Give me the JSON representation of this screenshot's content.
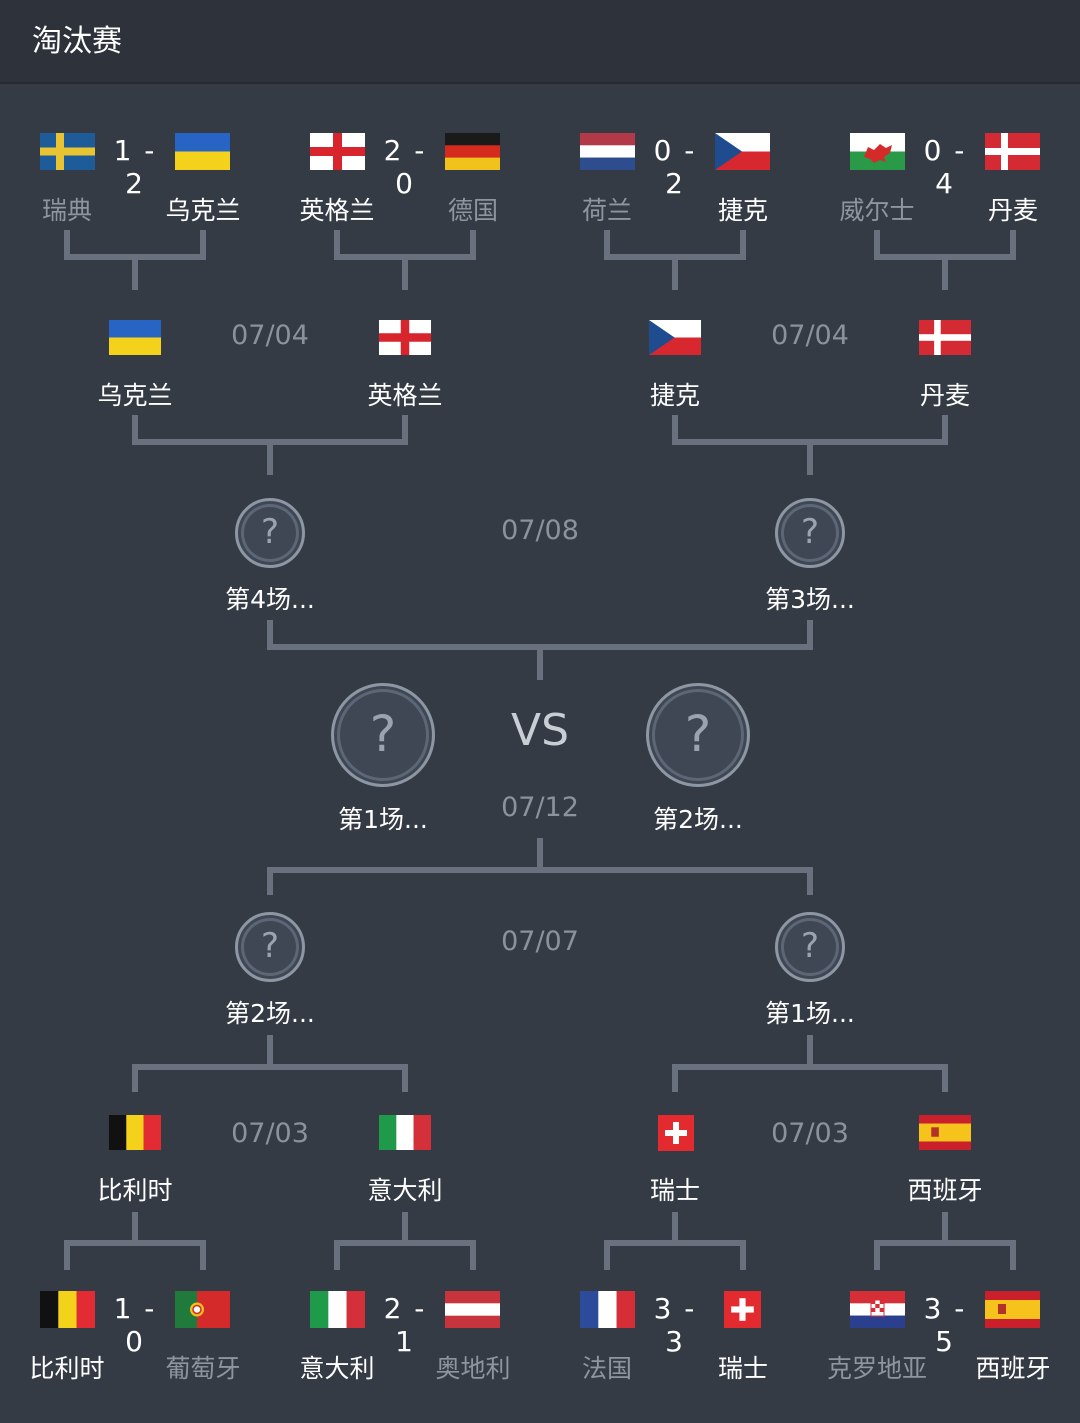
{
  "header": {
    "title": "淘汰赛"
  },
  "round16": {
    "top": [
      {
        "home": "瑞典",
        "home_flag": "sweden-flag",
        "away": "乌克兰",
        "away_flag": "ukraine-flag",
        "score": "1 - 2",
        "winner": "away"
      },
      {
        "home": "英格兰",
        "home_flag": "england-flag",
        "away": "德国",
        "away_flag": "germany-flag",
        "score": "2 - 0",
        "winner": "home"
      },
      {
        "home": "荷兰",
        "home_flag": "netherlands-flag",
        "away": "捷克",
        "away_flag": "czech-flag",
        "score": "0 - 2",
        "winner": "away"
      },
      {
        "home": "威尔士",
        "home_flag": "wales-flag",
        "away": "丹麦",
        "away_flag": "denmark-flag",
        "score": "0 - 4",
        "winner": "away"
      }
    ],
    "bottom": [
      {
        "home": "比利时",
        "home_flag": "belgium-flag",
        "away": "葡萄牙",
        "away_flag": "portugal-flag",
        "score": "1 - 0",
        "winner": "home"
      },
      {
        "home": "意大利",
        "home_flag": "italy-flag",
        "away": "奥地利",
        "away_flag": "austria-flag",
        "score": "2 - 1",
        "winner": "home"
      },
      {
        "home": "法国",
        "home_flag": "france-flag",
        "away": "瑞士",
        "away_flag": "switzerland-flag",
        "score": "3 - 3",
        "winner": "away"
      },
      {
        "home": "克罗地亚",
        "home_flag": "croatia-flag",
        "away": "西班牙",
        "away_flag": "spain-flag",
        "score": "3 - 5",
        "winner": "away"
      }
    ]
  },
  "quarterfinals": {
    "top": [
      {
        "date": "07/04",
        "team1": "乌克兰",
        "team2": "英格兰"
      },
      {
        "date": "07/04",
        "team1": "捷克",
        "team2": "丹麦"
      }
    ],
    "bottom": [
      {
        "date": "07/03",
        "team1": "比利时",
        "team2": "意大利"
      },
      {
        "date": "07/03",
        "team1": "瑞士",
        "team2": "西班牙"
      }
    ]
  },
  "semifinals": {
    "top": {
      "date": "07/08",
      "left_label": "第4场...",
      "right_label": "第3场...",
      "placeholder": "?"
    },
    "bottom": {
      "date": "07/07",
      "left_label": "第2场...",
      "right_label": "第1场...",
      "placeholder": "?"
    }
  },
  "final": {
    "date": "07/12",
    "vs": "VS",
    "left_label": "第1场...",
    "right_label": "第2场...",
    "placeholder": "?"
  },
  "colors": {
    "background": "#353b45",
    "header": "#2d323b",
    "line": "#68717d",
    "winner_text": "#ffffff",
    "loser_text": "#8e959e",
    "date_text": "#8b929b"
  }
}
